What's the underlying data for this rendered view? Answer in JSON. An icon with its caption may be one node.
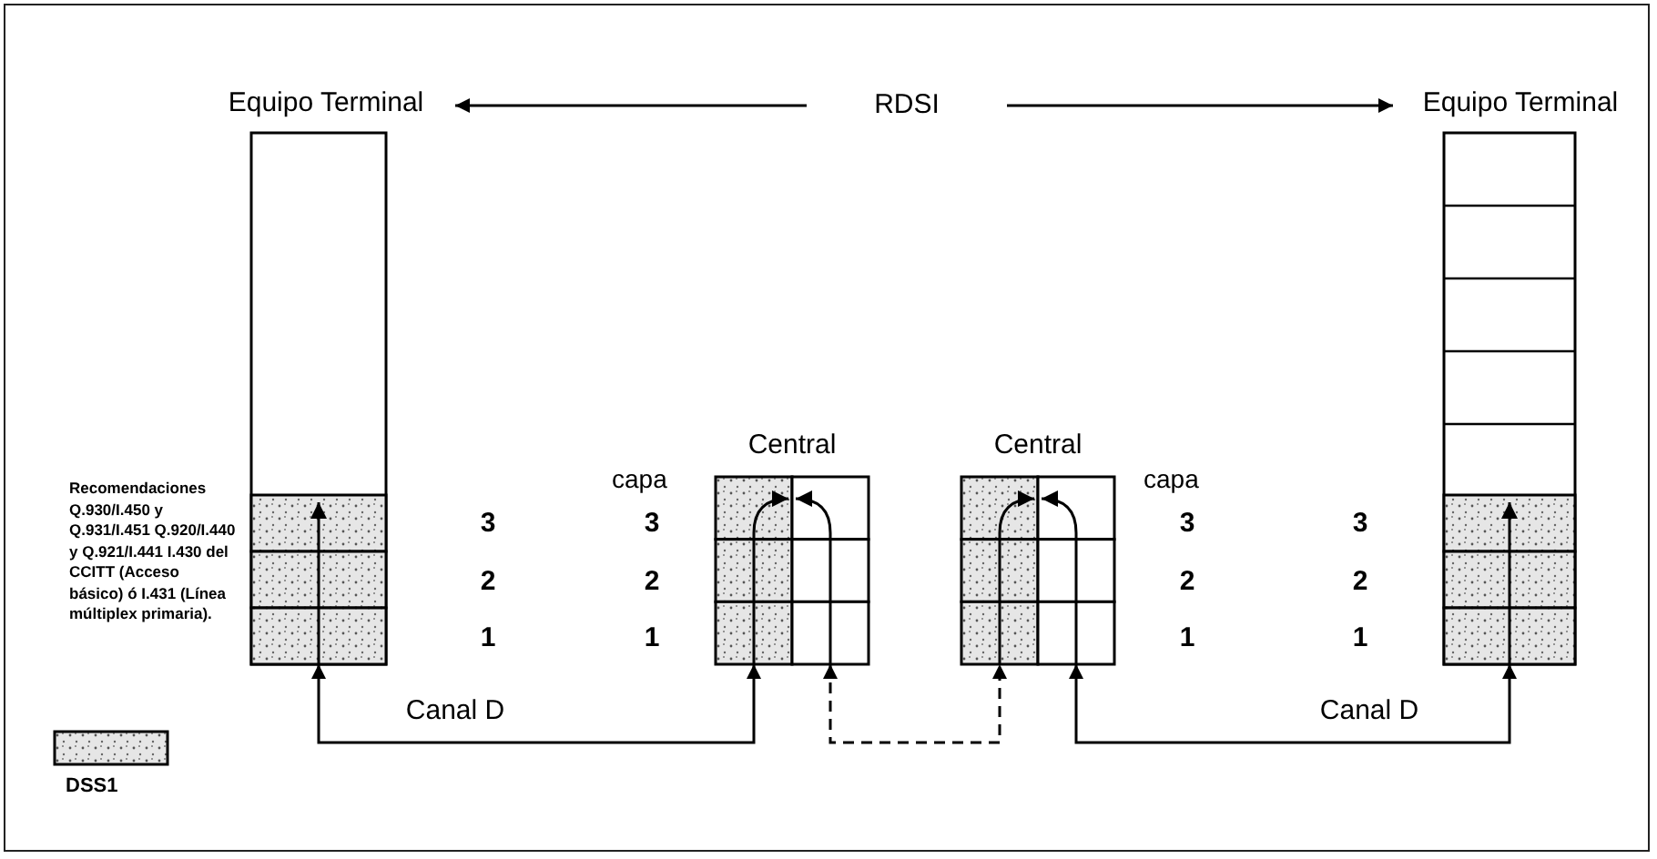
{
  "diagram": {
    "nodes": [
      {
        "text": [
          "Equipo Terminal"
        ]
      },
      {
        "text": [
          "RDSI"
        ]
      },
      {
        "text": [
          "Equipo Terminal"
        ]
      },
      {
        "text": [
          "Central"
        ]
      },
      {
        "text": [
          "Central"
        ]
      }
    ],
    "edges": [
      {
        "from": 1,
        "to": 0,
        "arrow": "to"
      },
      {
        "from": 1,
        "to": 2,
        "arrow": "to"
      },
      {
        "from": 0,
        "to": 3,
        "arrow": "both",
        "label": "Canal D"
      },
      {
        "from": 3,
        "to": 4,
        "arrow": "both",
        "style": "dashed"
      },
      {
        "from": 4,
        "to": 2,
        "arrow": "both",
        "label": "Canal D"
      }
    ],
    "labels": [
      "Recomendaciones Q.930/I.450 y Q.931/I.451 Q.920/I.440 y Q.921/I.441 I.430 del CCITT (Acceso básico) ó I.431 (Línea múltiplex primaria).",
      "capa",
      "capa",
      "3",
      "3",
      "3",
      "3",
      "2",
      "2",
      "2",
      "2",
      "1",
      "1",
      "1",
      "1"
    ],
    "legend": [
      {
        "text": "DSS1"
      }
    ]
  }
}
